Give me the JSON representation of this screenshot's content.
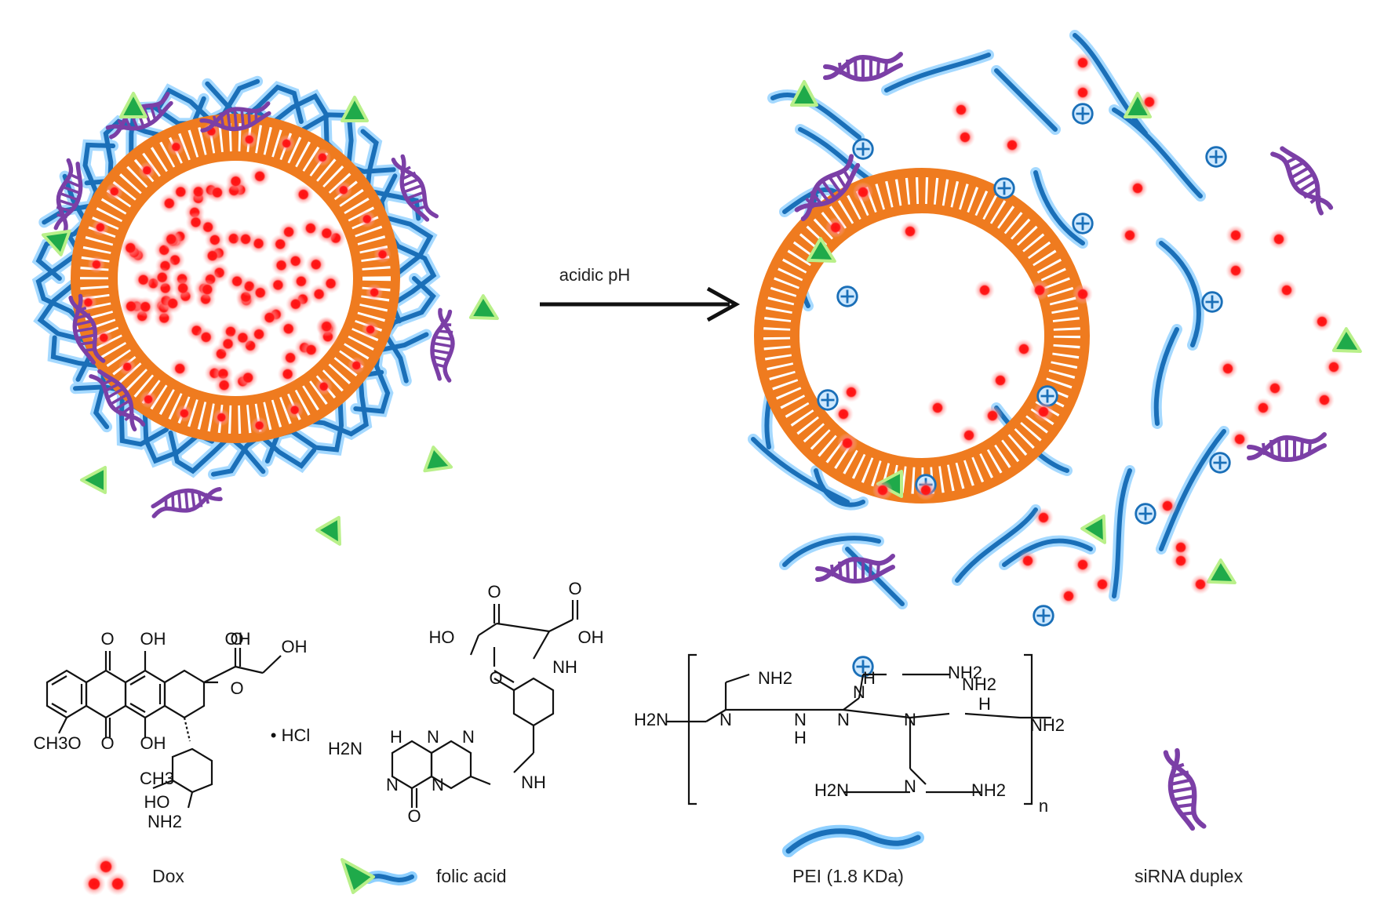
{
  "arrow": {
    "label": "acidic pH"
  },
  "legend": {
    "dox": "Dox",
    "folic": "folic acid",
    "pei": "PEI (1.8 KDa)",
    "sirna": "siRNA duplex"
  },
  "chem": {
    "dox": [
      "O",
      "OH",
      "O",
      "OH",
      "OH",
      "CH3O",
      "O",
      "OH",
      "O",
      "• HCl",
      "CH3",
      "HO",
      "NH2"
    ],
    "folic": [
      "O",
      "O",
      "HO",
      "OH",
      "O",
      "NH",
      "H2N",
      "H",
      "N",
      "N",
      "N",
      "N",
      "NH",
      "O"
    ],
    "pei": [
      "H2N",
      "NH2",
      "N",
      "N",
      "H",
      "H",
      "NH2",
      "N",
      "N",
      "N",
      "NH2",
      "N",
      "H",
      "NH2",
      "H2N",
      "NH2",
      "n"
    ]
  },
  "colors": {
    "dox": "#ff2020",
    "pei": "#1a6fb8",
    "pei_glow": "#8fd0ff",
    "folate": "#1faa4a",
    "sirna": "#7b3fa6",
    "liposome": "#ef7b1f"
  }
}
